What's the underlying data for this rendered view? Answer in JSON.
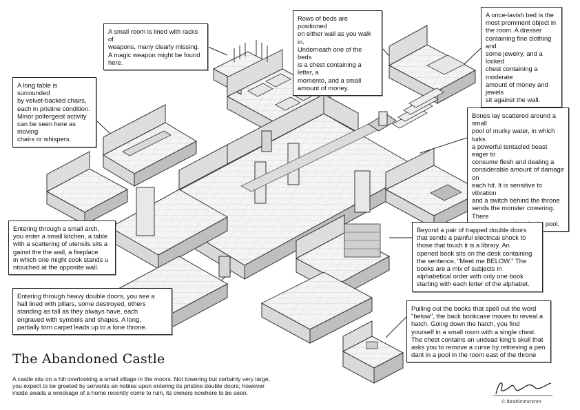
{
  "title": "The Abandoned Castle",
  "description": "A castle sits on a hill overlooking a small village in the moors. Not towering but certainly very large,\nyou expect to be greeted by servants an nobles upon entering its pristine double doors; however\ninside awaits a wreckage of a home recently come to ruin, its owners nowhere to be seen.",
  "credit": "© Ibrahimmmmm",
  "callouts": {
    "armory": "A small room is lined with racks of\nweapons, many clearly missing.\nA magic weapon might be found\nhere.",
    "beds": "Rows of beds are positioned\non either wall as you walk in.\nUnderneath one of the beds\nis a chest containing a letter, a\nmomento, and a small\namount of money.",
    "bedroom": "A once-lavish bed is the\nmost prominent object in\nthe room. A dresser\ncontaining fine clothing and\nsome jewelry, and a locked\nchest containing a moderate\namount of money and jewels\nsit against the wall.",
    "dining": "A long table is surrounded\nby velvet-backed chairs,\neach in pristine condition.\nMinor poltergeist activity\ncan be seen here as moving\nchairs or whispers.",
    "pool": "Bones lay scattered around a small\npool of murky water, in which lurks\na powerful tentacled beast eager to\nconsume flesh and dealing a\nconsiderable amount of damage on\neach hit. It is sensitive to vibration\nand a switch behind the throne\nsends the monster cowering. There\nis a magic pendant in the pool.",
    "kitchen": "Entering through a small arch,\nyou enter a small kitchen, a table\nwith a scattering of utensils sits a\ngainst the the wall, a fireplace\nin which one might cook stands u\nntouched at the opposite wall.",
    "library": "Beyond a pair of trapped double doors\nthat sends a painful electrical shock to\nthose that touch it is a library. An\nopened book sits on the desk containing\nthe sentence, \"Meet me BELOW.\" The\nbooks are a mix of subjects in\nalphabetical order with only one book\nstarting with each letter of the alphabet.",
    "hall": "Entering through heavy double doors, you see a\nhall lined with pillars, some destroyed, others\nstanding as tall as they always have, each\nengraved with symbols and shapes. A long,\npartially torn carpet leads up to a lone throne.",
    "hatch": "Pulling out the books that spell out the word\n\"below\", the back bookcase moves to reveal a\nhatch. Going down the hatch, you find\nyourself in a small room with a single chest.\nThe chest contains an undead king's skull that\nasks you to remove a curse by retrieving a pen\ndant in a pool in the room east of the throne"
  }
}
